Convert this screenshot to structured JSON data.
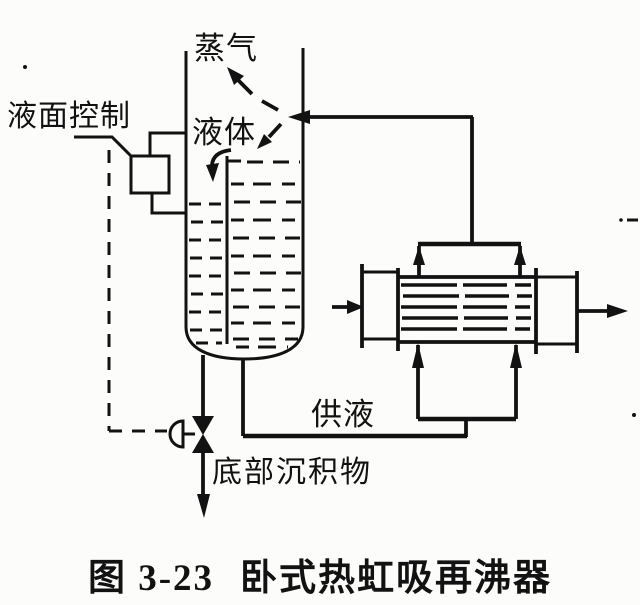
{
  "colors": {
    "ink": "#121212",
    "paper": "#fcfcfa"
  },
  "labels": {
    "vapor": "蒸气",
    "liquid": "液体",
    "level_control": "液面控制",
    "feed_liquid": "供液",
    "bottom_sediment": "底部沉积物"
  },
  "caption": {
    "number": "图 3-23",
    "title": "卧式热虹吸再沸器"
  }
}
